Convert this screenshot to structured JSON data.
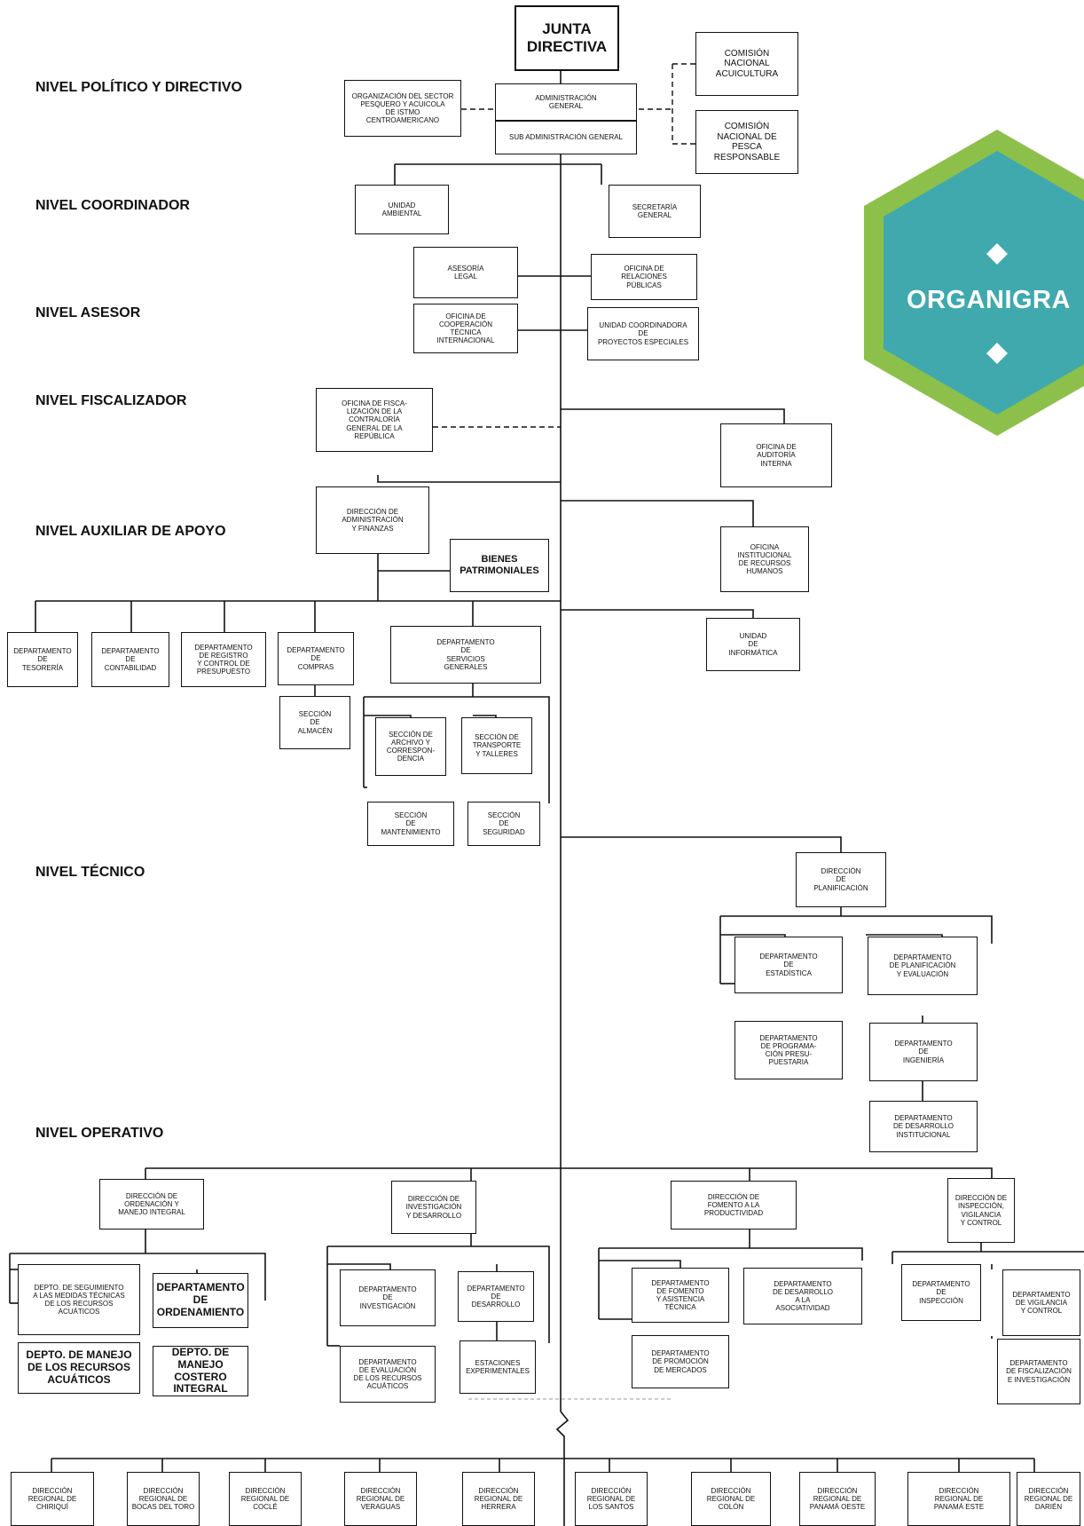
{
  "levels": {
    "politico": "NIVEL POLÍTICO Y DIRECTIVO",
    "coordinador": "NIVEL COORDINADOR",
    "asesor": "NIVEL ASESOR",
    "fiscalizador": "NIVEL FISCALIZADOR",
    "auxiliar": "NIVEL AUXILIAR DE APOYO",
    "tecnico": "NIVEL TÉCNICO",
    "operativo": "NIVEL OPERATIVO"
  },
  "badge": {
    "text": "ORGANIGRA",
    "colors": {
      "outer": "#8cc04b",
      "inner": "#3fa9ae",
      "text": "#ffffff"
    }
  },
  "boxes": {
    "junta": "JUNTA\nDIRECTIVA",
    "admin_general": "ADMINISTRACIÓN\nGENERAL",
    "sub_admin": "SUB ADMINISTRACIÓN GENERAL",
    "ospesca": "ORGANIZACIÓN DEL SECTOR\nPESQUERO  Y ACUICOLA\nDE ISTMO\nCENTROAMERICANO",
    "comision_acui": "COMISIÓN\nNACIONAL\nACUICULTURA",
    "comision_pesca": "COMISIÓN\nNACIONAL DE\nPESCA\nRESPONSABLE",
    "unidad_ambiental": "UNIDAD\nAMBIENTAL",
    "secretaria": "SECRETARÍA\nGENERAL",
    "asesoria_legal": "ASESORÍA\nLEGAL",
    "relaciones": "OFICINA DE\nRELACIONES\nPÚBLICAS",
    "cooperacion": "OFICINA DE\nCOOPERACIÓN\nTÉCNICA\nINTERNACIONAL",
    "proyectos": "UNIDAD COORDINADORA\nDE\nPROYECTOS ESPECIALES",
    "contraloria": "OFICINA DE FISCA-\nLIZACIÓN DE LA\nCONTRALORÍA\nGENERAL DE LA\nREPÚBLICA",
    "auditoria": "OFICINA DE\nAUDITORÍA\nINTERNA",
    "dir_admin": "DIRECCIÓN DE\nADMINISTRACIÓN\nY FINANZAS",
    "bienes": "BIENES\nPATRIMONIALES",
    "rrhh": "OFICINA\nINSTITUCIONAL\nDE RECURSOS\nHUMANOS",
    "informatica": "UNIDAD\nDE\nINFORMÁTICA",
    "tesoreria": "DEPARTAMENTO\nDE\nTESORERÍA",
    "contabilidad": "DEPARTAMENTO\nDE\nCONTABILIDAD",
    "registro": "DEPARTAMENTO\nDE REGISTRO\nY CONTROL DE\nPRESUPUESTO",
    "compras": "DEPARTAMENTO\nDE\nCOMPRAS",
    "servicios": "DEPARTAMENTO\nDE\nSERVICIOS\nGENERALES",
    "almacen": "SECCIÓN\nDE\nALMACÉN",
    "archivo": "SECCIÓN DE\nARCHIVO Y\nCORRESPON-\nDENCIA",
    "transporte": "SECCIÓN DE\nTRANSPORTE\nY TALLERES",
    "mantenimiento": "SECCIÓN\nDE\nMANTENIMIENTO",
    "seguridad": "SECCIÓN\nDE\nSEGURIDAD",
    "dir_planif": "DIRECCIÓN\nDE\nPLANIFICACIÓN",
    "estadistica": "DEPARTAMENTO\nDE\nESTADÍSTICA",
    "planif_eval": "DEPARTAMENTO\nDE PLANIFICACIÓN\nY EVALUACIÓN",
    "programacion": "DEPARTAMENTO\nDE PROGRAMA-\nCIÓN PRESU-\nPUESTARIA",
    "ingenieria": "DEPARTAMENTO\nDE\nINGENIERÍA",
    "desarrollo_inst": "DEPARTAMENTO\nDE DESARROLLO\nINSTITUCIONAL",
    "dir_ordenacion": "DIRECCIÓN DE\nORDENACIÓN Y\nMANEJO INTEGRAL",
    "dir_investigacion": "DIRECCIÓN DE\nINVESTIGACIÓN\nY DESARROLLO",
    "dir_fomento": "DIRECCIÓN DE\nFOMENTO A  LA\nPRODUCTIVIDAD",
    "dir_inspeccion": "DIRECCIÓN DE\nINSPECCIÓN,\nVIGILANCIA\nY CONTROL",
    "seguimiento": "DEPTO. DE SEGUIMIENTO\nA LAS MEDIDAS TÉCNICAS\nDE LOS RECURSOS\nACUÁTICOS",
    "ordenamiento": "DEPARTAMENTO\nDE\nORDENAMIENTO",
    "manejo_recursos": "DEPTO. DE MANEJO\nDE LOS RECURSOS\nACUÁTICOS",
    "manejo_costero": "DEPTO. DE\nMANEJO COSTERO\nINTEGRAL",
    "investigacion": "DEPARTAMENTO\nDE\nINVESTIGACIÓN",
    "desarrollo": "DEPARTAMENTO\nDE\nDESARROLLO",
    "evaluacion": "DEPARTAMENTO\nDE EVALUACIÓN\nDE LOS RECURSOS\nACUÁTICOS",
    "estaciones": "ESTACIONES\nEXPERIMENTALES",
    "fomento_asist": "DEPARTAMENTO\nDE FOMENTO\nY ASISTENCIA\nTÉCNICA",
    "asociatividad": "DEPARTAMENTO\nDE DESARROLLO\nA LA\nASOCIATIVIDAD",
    "promocion": "DEPARTAMENTO\nDE PROMOCIÓN\nDE MERCADOS",
    "inspeccion": "DEPARTAMENTO\nDE\nINSPECCIÓN",
    "vigilancia": "DEPARTAMENTO\nDE VIGILANCIA\nY CONTROL",
    "fiscalizacion": "DEPARTAMENTO\nDE FISCALIZACIÓN\nE INVESTIGACIÓN",
    "r_chiriqui": "DIRECCIÓN\nREGIONAL DE\nCHIRIQUÍ",
    "r_bocas": "DIRECCIÓN\nREGIONAL DE\nBOCAS DEL TORO",
    "r_cocle": "DIRECCIÓN\nREGIONAL DE\nCOCLÉ",
    "r_veraguas": "DIRECCIÓN\nREGIONAL DE\nVERAGUAS",
    "r_herrera": "DIRECCIÓN\nREGIONAL DE\nHERRERA",
    "r_santos": "DIRECCIÓN\nREGIONAL DE\nLOS SANTOS",
    "r_colon": "DIRECCIÓN\nREGIONAL DE\nCOLÓN",
    "r_panama_oeste": "DIRECCIÓN\nREGIONAL DE\nPANAMÁ OESTE",
    "r_panama_este": "DIRECCIÓN\nREGIONAL DE\nPANAMÁ ESTE",
    "r_darien": "DIRECCIÓN\nREGIONAL DE\nDARIÉN"
  }
}
